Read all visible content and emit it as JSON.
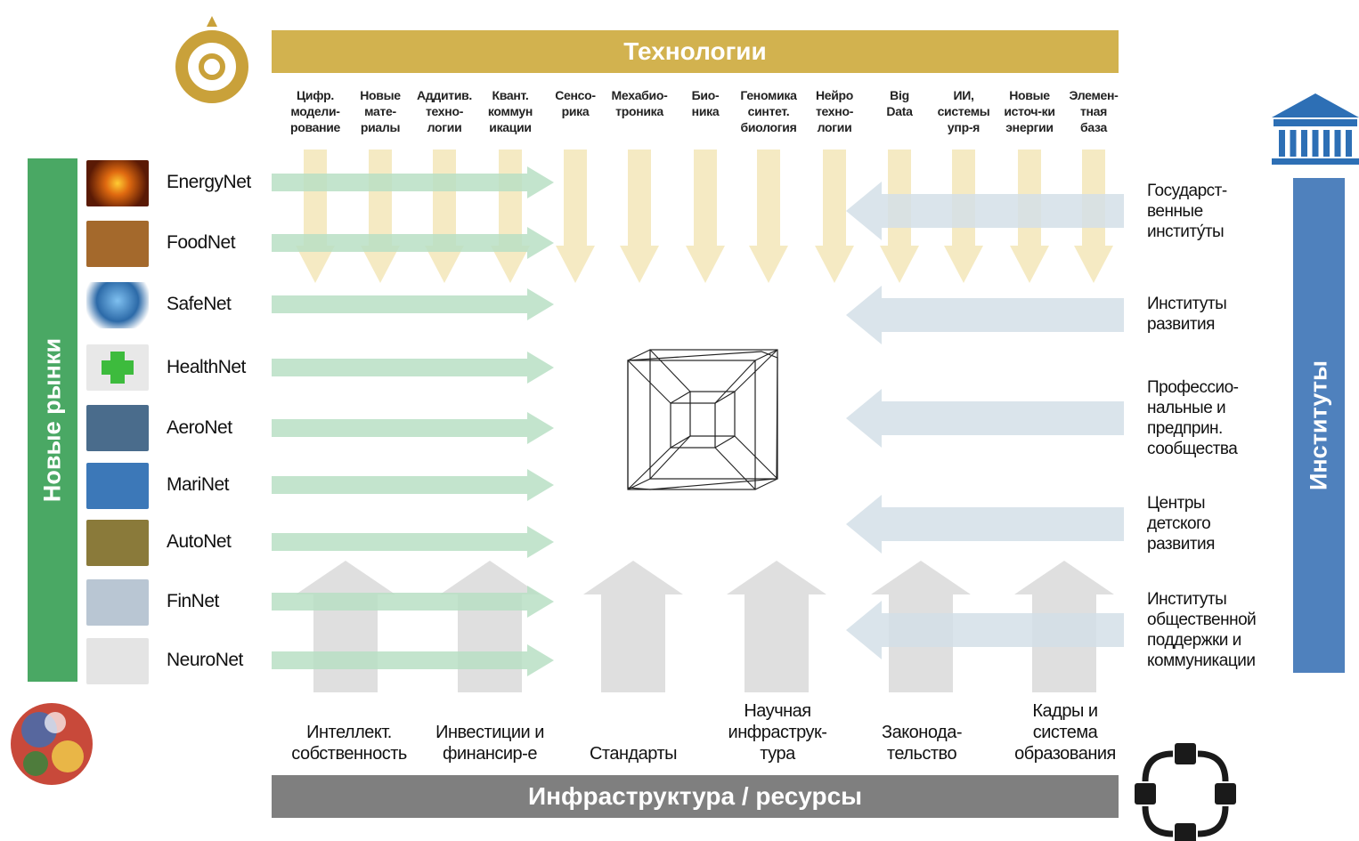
{
  "header": {
    "title": "Технологии"
  },
  "footer": {
    "title": "Инфраструктура / ресурсы"
  },
  "left_bar": {
    "title": "Новые рынки"
  },
  "right_bar": {
    "title": "Институты"
  },
  "technologies": [
    "Цифр.\nмодели-\nрование",
    "Новые\nмате-\nриалы",
    "Аддитив.\nтехно-\nлогии",
    "Квант.\nкоммун\nикации",
    "Сенсо-\nрика",
    "Мехабио-\nтроника",
    "Био-\nника",
    "Геномика\nсинтет.\nбиология",
    "Нейро\nтехно-\nлогии",
    "Big\nData",
    "ИИ,\nсистемы\nупр-я",
    "Новые\nисточ-ки\nэнергии",
    "Элемен-\nтная\nбаза"
  ],
  "markets": [
    {
      "label": "EnergyNet",
      "icon": "energy-icon",
      "color": "#b8430f"
    },
    {
      "label": "FoodNet",
      "icon": "food-icon",
      "color": "#a4692c"
    },
    {
      "label": "SafeNet",
      "icon": "safe-icon",
      "color": "#2c6aa8"
    },
    {
      "label": "HealthNet",
      "icon": "health-cross-icon",
      "color": "#3dbb3d"
    },
    {
      "label": "AeroNet",
      "icon": "aero-icon",
      "color": "#4a6c8c"
    },
    {
      "label": "MariNet",
      "icon": "marine-icon",
      "color": "#3c78b8"
    },
    {
      "label": "AutoNet",
      "icon": "auto-icon",
      "color": "#8a7a3a"
    },
    {
      "label": "FinNet",
      "icon": "fin-icon",
      "color": "#b9c6d3"
    },
    {
      "label": "NeuroNet",
      "icon": "neuro-icon",
      "color": "#e4e4e4"
    }
  ],
  "institutions": [
    "Государст-\nвенные\nинститу́ты",
    "Институты\nразвития",
    "Профессио-\nнальные и\nпредприн.\nсообщества",
    "Центры\nдетского\nразвития",
    "Институты\nобщественной\nподдержки и\nкоммуникации"
  ],
  "infrastructure": [
    "Интеллект.\nсобственность",
    "Инвестиции и\nфинансир-е",
    "Стандарты",
    "Научная\nинфраструк-\nтура",
    "Законода-\nтельство",
    "Кадры и\nсистема\nобразования"
  ],
  "colors": {
    "tech": "#d2b24f",
    "tech_arrow": "#f3e6b8",
    "market": "#4aa864",
    "market_arrow": "#b9dfc4",
    "institute": "#4f81bd",
    "institute_arrow": "#d3dfe8",
    "infra": "#7f7f7f",
    "infra_arrow": "#dcdcdc"
  }
}
